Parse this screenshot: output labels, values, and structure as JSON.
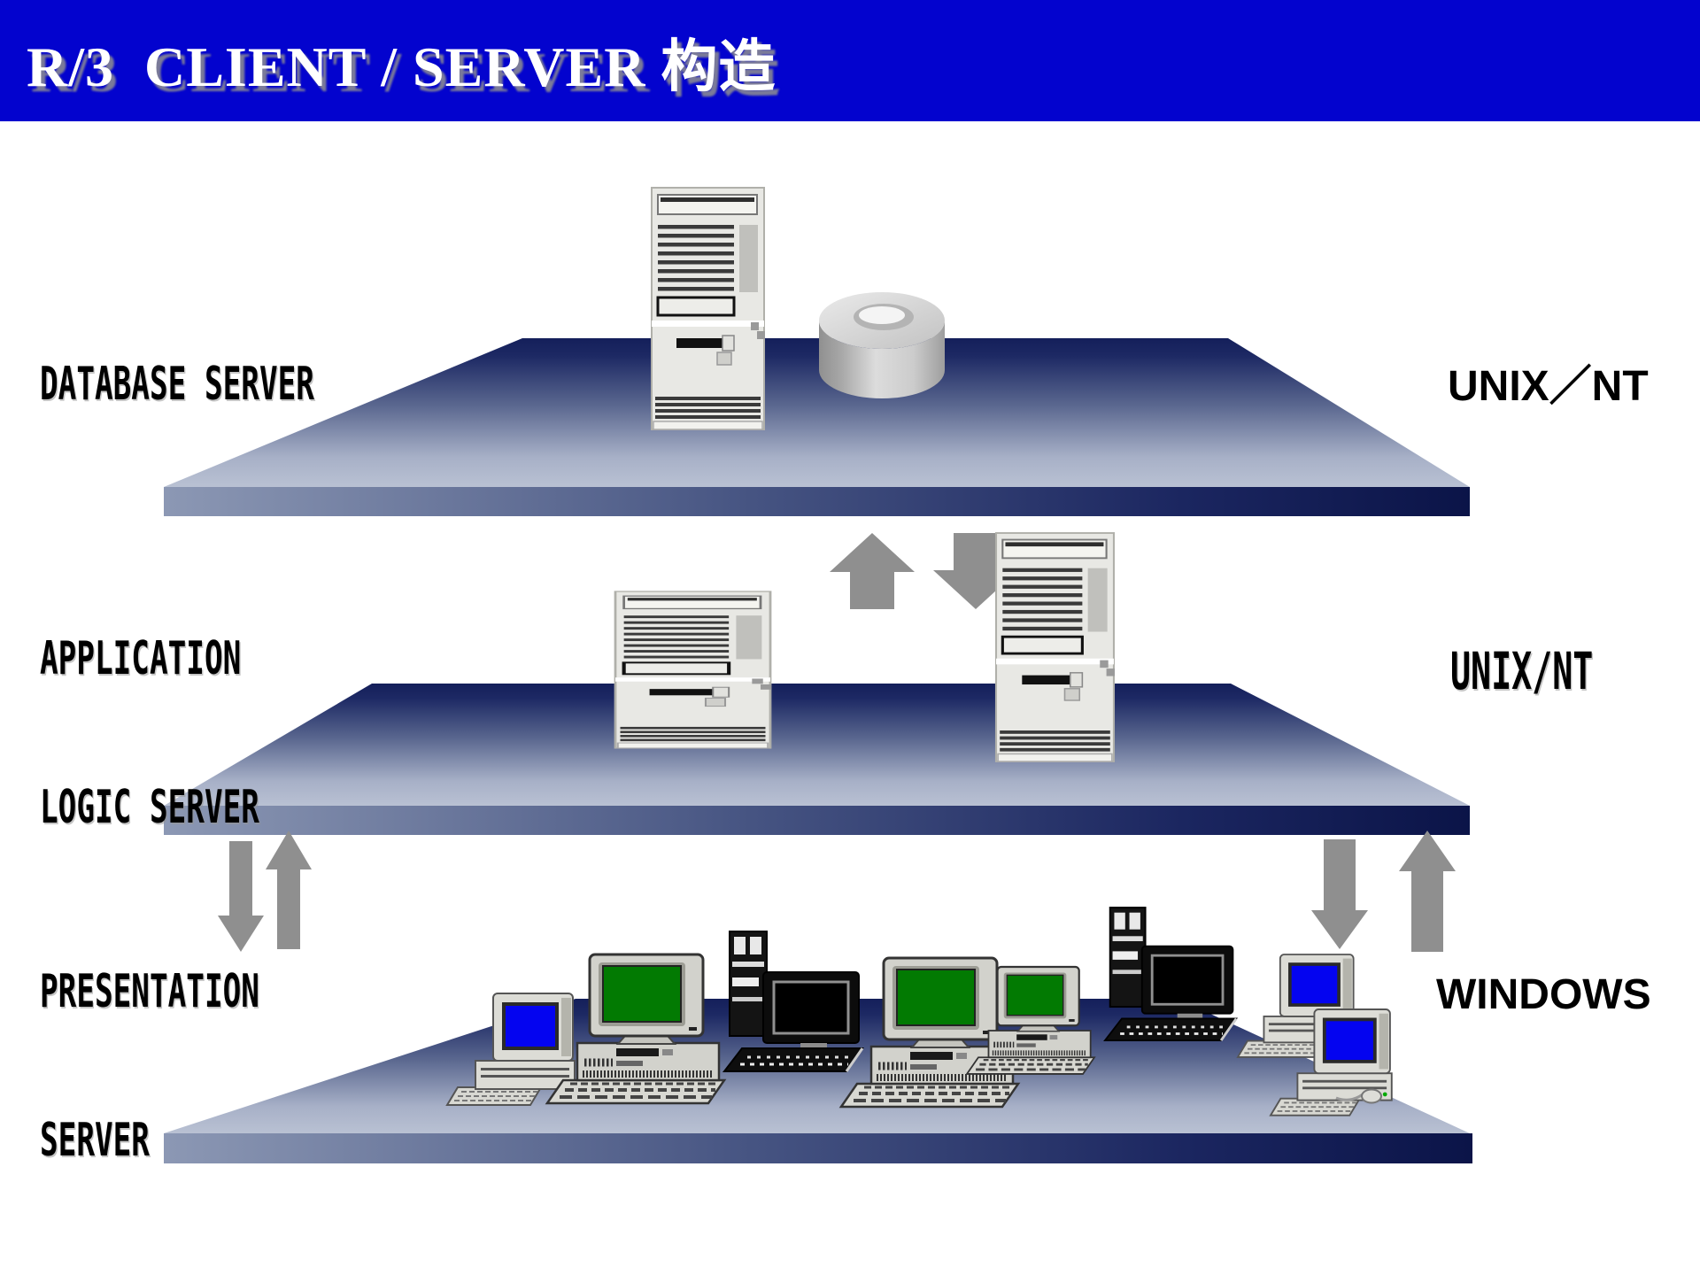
{
  "slide": {
    "title": "R/3  CLIENT / SERVER 构造"
  },
  "layers": [
    {
      "id": "database-server",
      "label_lines": [
        "DATABASE SERVER"
      ],
      "os_label": "UNIX／NT",
      "graphics": [
        "server-tower",
        "database-cylinder"
      ]
    },
    {
      "id": "application-logic-server",
      "label_lines": [
        "APPLICATION",
        "LOGIC SERVER"
      ],
      "os_label": "UNIX/NT",
      "graphics": [
        "server-tower-wide",
        "server-tower",
        "up-arrow",
        "down-arrow"
      ]
    },
    {
      "id": "presentation-server",
      "label_lines": [
        "PRESENTATION",
        "SERVER"
      ],
      "os_label": "WINDOWS",
      "graphics": [
        "desktop-computer-blue",
        "desktop-computer-green",
        "laptop-black",
        "desktop-computer-green",
        "laptop-black",
        "desktop-computer-blue",
        "desktop-computer-blue",
        "down-arrow",
        "up-arrow"
      ]
    }
  ],
  "colors": {
    "header_bg": "#0303CE",
    "title_text": "#FFFFFF",
    "platform_dark": "#141F5A",
    "platform_light": "#B9C1D3",
    "front_edge_dark": "#0B1448",
    "arrow_gray": "#8F8F8F",
    "screen_green": "#027A02",
    "screen_blue": "#0404F0",
    "server_body": "#E8E8E4"
  }
}
